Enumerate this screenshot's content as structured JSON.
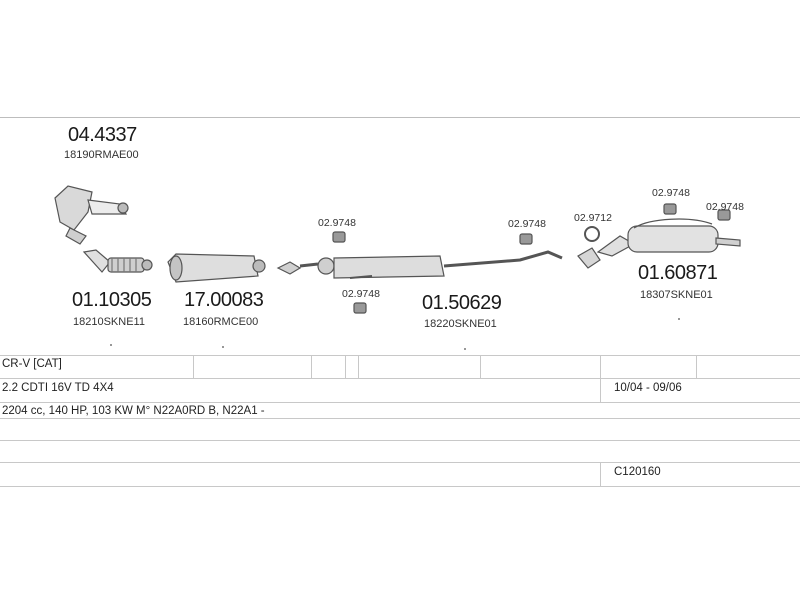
{
  "parts": [
    {
      "number": "04.4337",
      "oem": "18190RMAE00"
    },
    {
      "number": "01.10305",
      "oem": "18210SKNE11"
    },
    {
      "number": "17.00083",
      "oem": "18160RMCE00"
    },
    {
      "number": "01.50629",
      "oem": "18220SKNE01"
    },
    {
      "number": "01.60871",
      "oem": "18307SKNE01"
    }
  ],
  "clamps": {
    "c1": "02.9748",
    "c2": "02.9748",
    "c3": "02.9748",
    "c4": "02.9712",
    "c5": "02.9748",
    "c6": "02.9748"
  },
  "table": {
    "model": "CR-V  [CAT]",
    "engine": "2.2 CDTI 16V TD 4X4",
    "period": "10/04 - 09/06",
    "spec": "2204 cc, 140 HP, 103 KW M° N22A0RD B, N22A1 -",
    "code": "C120160"
  }
}
